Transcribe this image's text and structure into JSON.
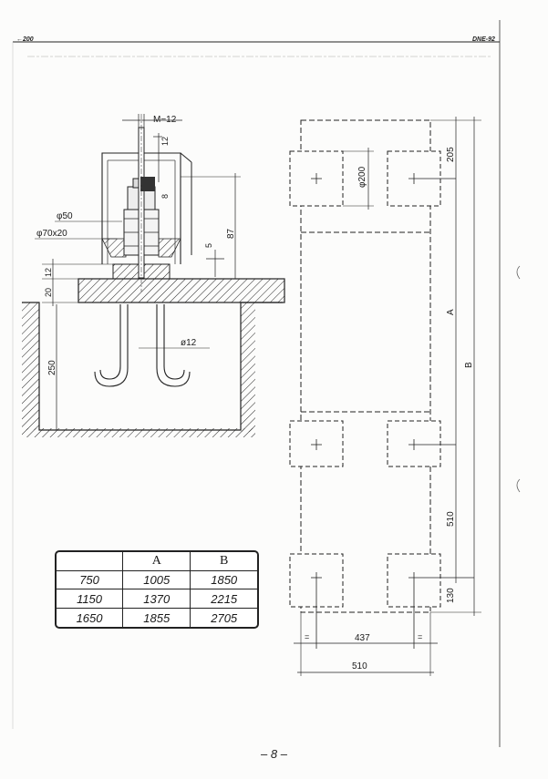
{
  "header": {
    "left": "←200",
    "right": "DNE-92"
  },
  "footer": {
    "page": "– 8 –"
  },
  "section_drawing": {
    "labels": {
      "bolt": "M−12",
      "nut_gap": "12",
      "washer_height": "8",
      "projection": "87",
      "grout_gap": "5",
      "washer_dia": "φ50",
      "plate_dims": "φ70x20",
      "plate_thickness": "12",
      "grout_thickness": "20",
      "pit_depth": "250",
      "anchor_dia": "ø12"
    }
  },
  "plan_drawing": {
    "labels": {
      "pad_dia": "φ200",
      "top_offset": "205",
      "dim_a": "A",
      "dim_b": "B",
      "pad_spacing": "510",
      "bottom_offset": "130",
      "inner_width": "437",
      "outer_width": "510",
      "equal_left": "=",
      "equal_right": "="
    }
  },
  "table": {
    "headers": [
      "",
      "A",
      "B"
    ],
    "rows": [
      [
        "750",
        "1005",
        "1850"
      ],
      [
        "1150",
        "1370",
        "2215"
      ],
      [
        "1650",
        "1855",
        "2705"
      ]
    ]
  }
}
